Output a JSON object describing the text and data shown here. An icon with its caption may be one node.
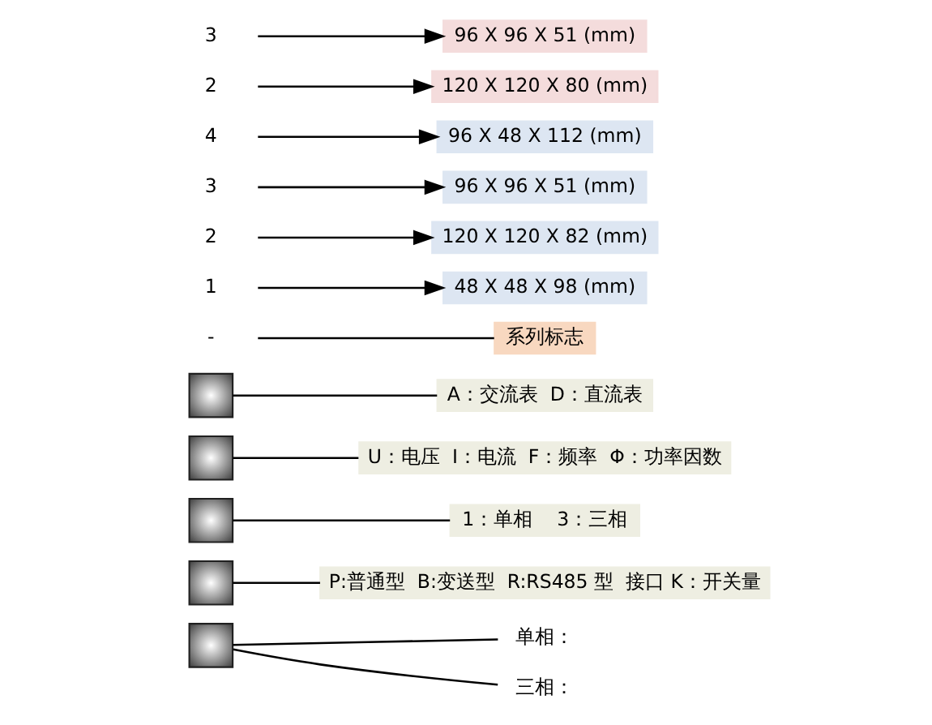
{
  "diagram": {
    "nodes": [
      {
        "text": [
          "-"
        ]
      },
      {
        "text": [],
        "shape": "box"
      },
      {
        "text": [],
        "shape": "box"
      },
      {
        "text": [],
        "shape": "box"
      },
      {
        "text": [],
        "shape": "box"
      },
      {
        "text": [],
        "shape": "box"
      },
      {
        "text": [
          "单相："
        ]
      },
      {
        "text": [
          "1"
        ]
      },
      {
        "text": [
          "48 X 48 X 98 (mm)"
        ]
      },
      {
        "text": [
          "2"
        ]
      },
      {
        "text": [
          "120 X 120 X 82 (mm)"
        ]
      },
      {
        "text": [
          "3"
        ]
      },
      {
        "text": [
          "96 X 96 X 51 (mm)"
        ]
      },
      {
        "text": [
          "4"
        ]
      },
      {
        "text": [
          "96 X 48 X 112 (mm)"
        ]
      },
      {
        "text": [
          "三相："
        ]
      },
      {
        "text": [
          "2"
        ]
      },
      {
        "text": [
          "120 X 120 X 80 (mm)"
        ]
      },
      {
        "text": [
          "3"
        ]
      },
      {
        "text": [
          "96 X 96 X 51 (mm)"
        ]
      },
      {
        "text": [
          "P:普通型  B:变送型  R:RS485 型  接口 K：开关量"
        ]
      },
      {
        "text": [
          "1：单相    3：三相"
        ]
      },
      {
        "text": [
          "U：电压  I：电流  F：频率  Φ：功率因数"
        ]
      },
      {
        "text": [
          "A：交流表  D：直流表"
        ]
      },
      {
        "text": [
          "系列标志"
        ]
      }
    ],
    "edges": [
      {
        "from": 5,
        "to": 6,
        "arrow": "none"
      },
      {
        "from": 5,
        "to": 15,
        "arrow": "none"
      },
      {
        "from": 7,
        "to": 8,
        "arrow": "to"
      },
      {
        "from": 9,
        "to": 10,
        "arrow": "to"
      },
      {
        "from": 11,
        "to": 12,
        "arrow": "to"
      },
      {
        "from": 13,
        "to": 14,
        "arrow": "to"
      },
      {
        "from": 16,
        "to": 17,
        "arrow": "to"
      },
      {
        "from": 18,
        "to": 19,
        "arrow": "to"
      },
      {
        "from": 20,
        "to": 4,
        "arrow": "none"
      },
      {
        "from": 21,
        "to": 3,
        "arrow": "none"
      },
      {
        "from": 22,
        "to": 2,
        "arrow": "none"
      },
      {
        "from": 23,
        "to": 1,
        "arrow": "none"
      },
      {
        "from": 24,
        "to": 0,
        "arrow": "none"
      }
    ]
  }
}
